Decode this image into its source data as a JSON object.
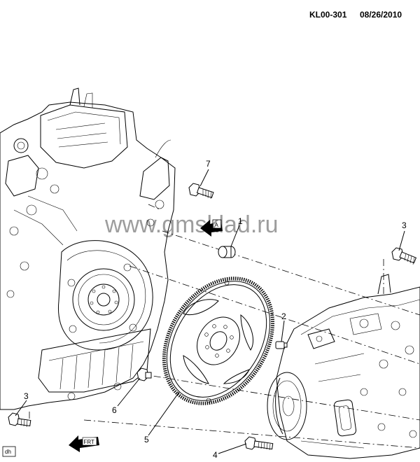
{
  "header": {
    "code": "KL00-301",
    "date": "08/26/2010"
  },
  "watermark": "www.gmsklad.ru",
  "callouts": {
    "c1": "1",
    "c2": "2",
    "c3a": "3",
    "c3b": "3",
    "c4": "4",
    "c5": "5",
    "c6": "6",
    "c7": "7"
  },
  "view_arrow": {
    "label": "A"
  },
  "front_arrow": {
    "label": "FRT"
  },
  "corner_tag": "dh"
}
